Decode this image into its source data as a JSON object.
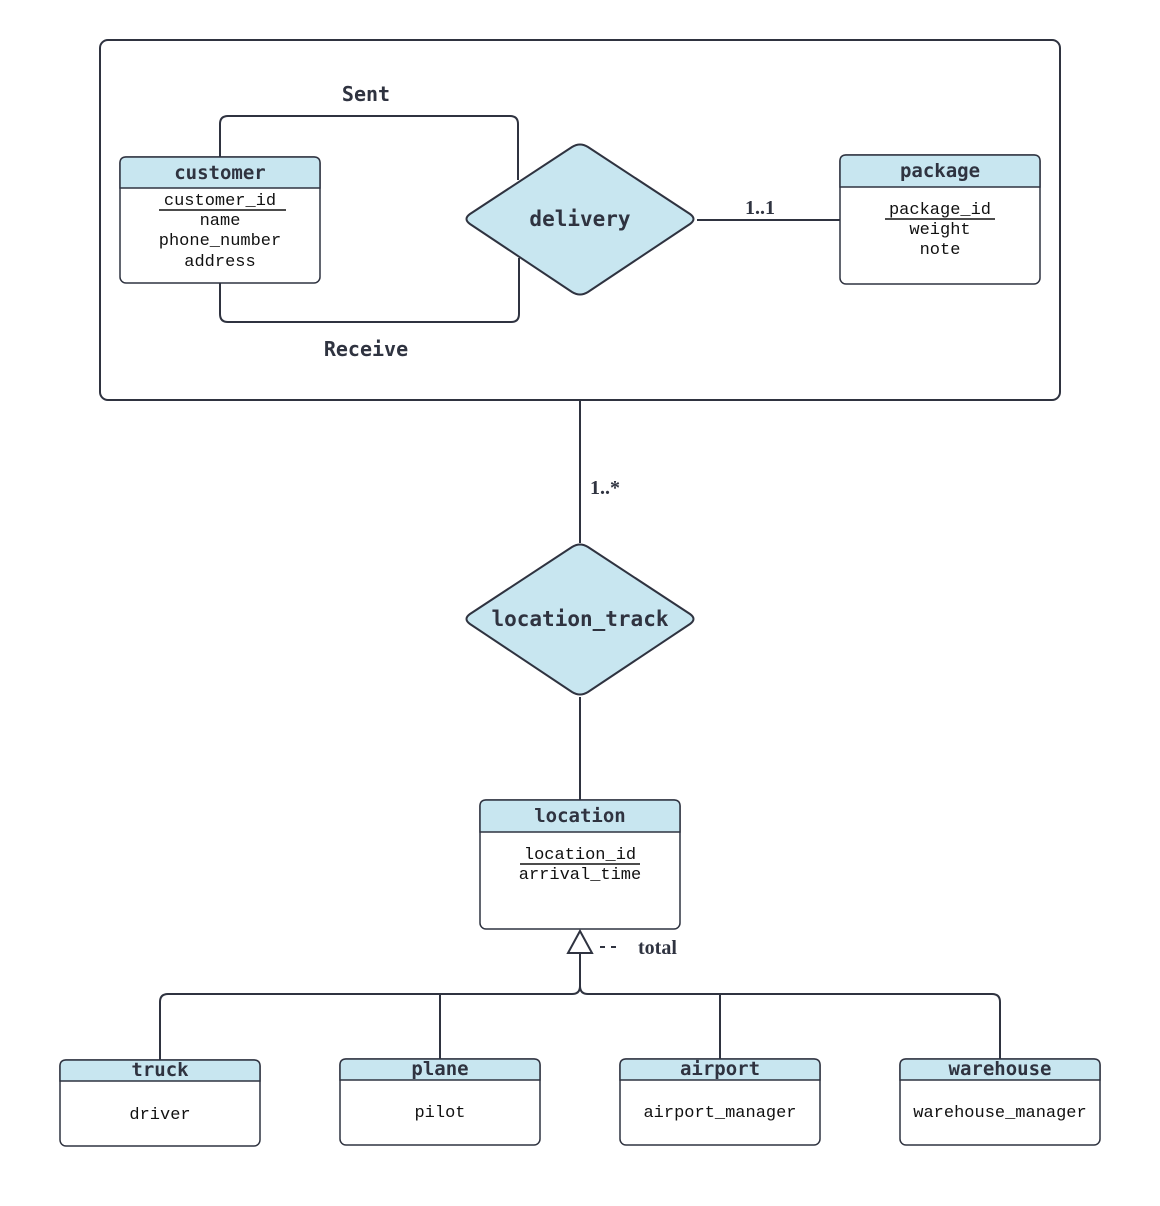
{
  "colors": {
    "header_fill": "#c8e6f0",
    "stroke": "#2f3340",
    "text": "#2f3340"
  },
  "entities": {
    "customer": {
      "title": "customer",
      "attributes": [
        "customer_id",
        "name",
        "phone_number",
        "address"
      ],
      "key": "customer_id"
    },
    "package": {
      "title": "package",
      "attributes": [
        "package_id",
        "weight",
        "note"
      ],
      "key": "package_id"
    },
    "location": {
      "title": "location",
      "attributes": [
        "location_id",
        "arrival_time"
      ],
      "key": "location_id"
    },
    "truck": {
      "title": "truck",
      "attributes": [
        "driver"
      ]
    },
    "plane": {
      "title": "plane",
      "attributes": [
        "pilot"
      ]
    },
    "airport": {
      "title": "airport",
      "attributes": [
        "airport_manager"
      ]
    },
    "warehouse": {
      "title": "warehouse",
      "attributes": [
        "warehouse_manager"
      ]
    }
  },
  "relationships": {
    "delivery": "delivery",
    "location_track": "location_track"
  },
  "roles": {
    "sent": "Sent",
    "receive": "Receive"
  },
  "cardinalities": {
    "package": "1..1",
    "location_track": "1..*"
  },
  "specialization": {
    "constraint": "total"
  }
}
